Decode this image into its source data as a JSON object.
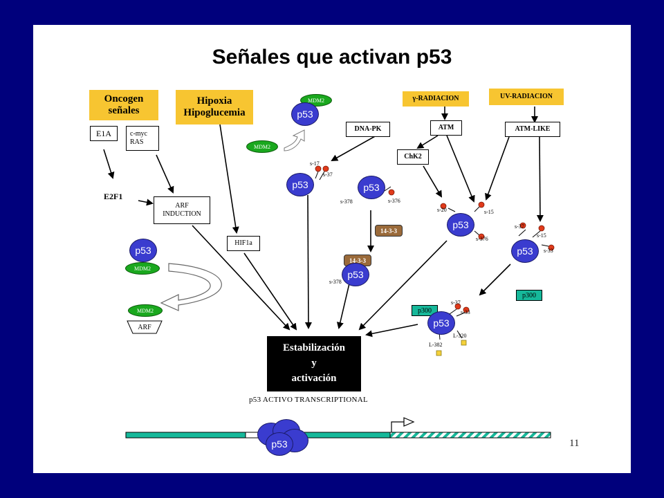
{
  "title": "Señales que activan p53",
  "slide_number": "11",
  "subtitle": "p53 ACTIVO TRANSCRIPTIONAL",
  "boxes": {
    "oncogen_line1": "Oncogen",
    "oncogen_line2": "señales",
    "e1a": "E1A",
    "cmyc_line1": "c-myc",
    "cmyc_line2": "RAS",
    "e2f1": "E2F1",
    "arf_line1": "ARF",
    "arf_line2": "INDUCTION",
    "hipoxia_line1": "Hipoxia",
    "hipoxia_line2": "Hipoglucemia",
    "hif1a": "HIF1a",
    "dnapk": "DNA-PK",
    "yrad": "γ-RADIACION",
    "uvrad": "UV-RADIACION",
    "atm": "ATM",
    "atmlike": "ATM-LIKE",
    "chk2": "ChK2",
    "p300": "p300",
    "stab_line1": "Estabilización",
    "stab_line2": "y",
    "stab_line3": "activación",
    "arf_small": "ARF"
  },
  "molecules": {
    "p53": "p53",
    "mdm2": "MDM2",
    "prot_1433": "14-3-3"
  },
  "sites": {
    "s17": "s-17",
    "s37": "s-37",
    "s378": "s-378",
    "s376": "s-376",
    "s20": "s-20",
    "s15": "s-15",
    "s33": "s-33",
    "l382": "L-382",
    "l320": "L-320"
  },
  "colors": {
    "background": "#00007c",
    "p53": "#3a3ccf",
    "mdm2": "#1aa81e",
    "highlight": "#f7c531",
    "p300": "#16b89a",
    "phospho": "#e03a1a",
    "acetyl": "#f5d13a"
  }
}
